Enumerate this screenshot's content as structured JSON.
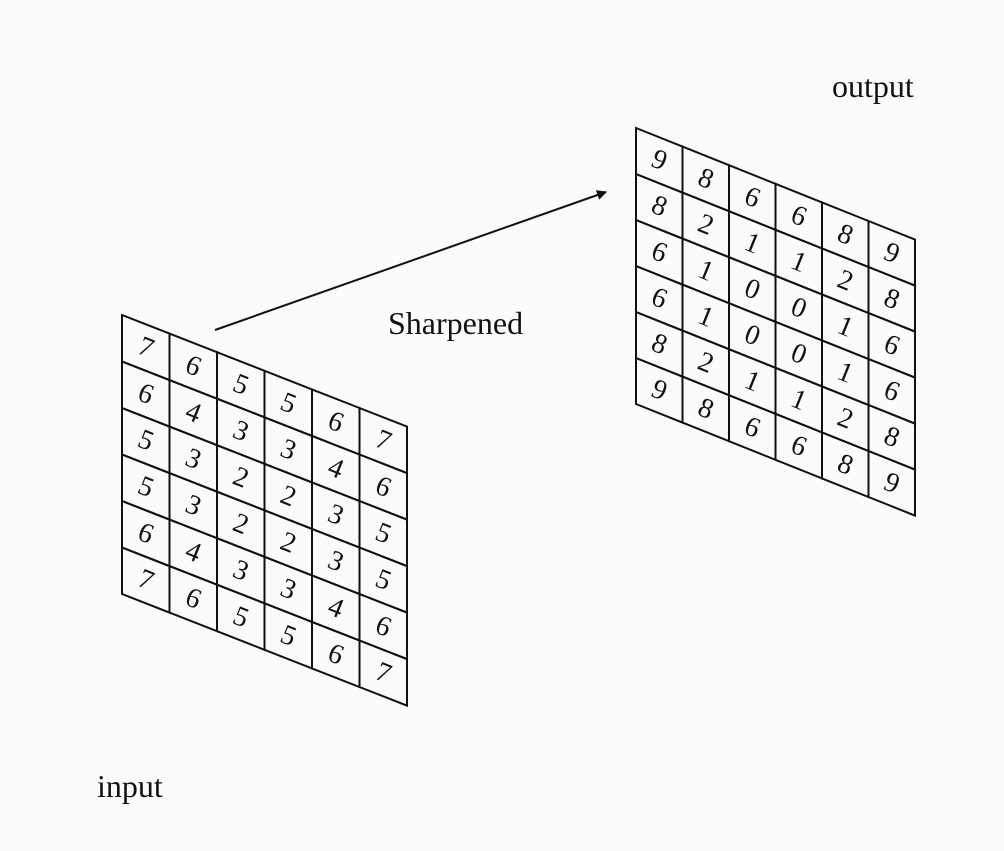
{
  "labels": {
    "input": "input",
    "output": "output",
    "operation": "Sharpened"
  },
  "input_grid": [
    [
      "7",
      "6",
      "5",
      "5",
      "6",
      "7"
    ],
    [
      "6",
      "4",
      "3",
      "3",
      "4",
      "6"
    ],
    [
      "5",
      "3",
      "2",
      "2",
      "3",
      "5"
    ],
    [
      "5",
      "3",
      "2",
      "2",
      "3",
      "5"
    ],
    [
      "6",
      "4",
      "3",
      "3",
      "4",
      "6"
    ],
    [
      "7",
      "6",
      "5",
      "5",
      "6",
      "7"
    ]
  ],
  "output_grid": [
    [
      "9",
      "8",
      "6",
      "6",
      "8",
      "9"
    ],
    [
      "8",
      "2",
      "1",
      "1",
      "2",
      "8"
    ],
    [
      "6",
      "1",
      "0",
      "0",
      "1",
      "6"
    ],
    [
      "6",
      "1",
      "0",
      "0",
      "1",
      "6"
    ],
    [
      "8",
      "2",
      "1",
      "1",
      "2",
      "8"
    ],
    [
      "9",
      "8",
      "6",
      "6",
      "8",
      "9"
    ]
  ]
}
